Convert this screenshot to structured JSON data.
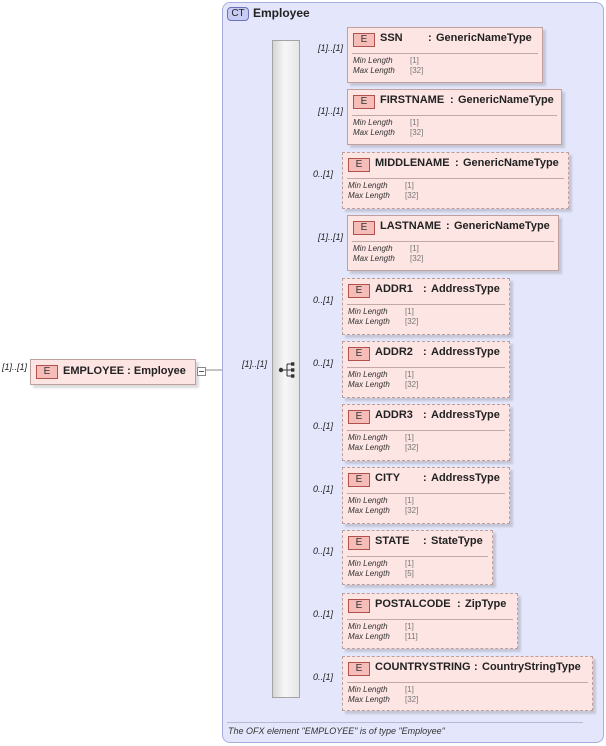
{
  "complex_type": {
    "badge": "CT",
    "name": "Employee",
    "footer": "The OFX element \"EMPLOYEE\" is of type \"Employee\""
  },
  "root": {
    "badge": "E",
    "cardinality": "[1]..[1]",
    "label": "EMPLOYEE : Employee",
    "sequence_cardinality": "[1]..[1]"
  },
  "facet_labels": {
    "min": "Min Length",
    "max": "Max Length"
  },
  "elements": [
    {
      "name": "SSN",
      "type": "GenericNameType",
      "cardinality": "[1]..[1]",
      "min": "[1]",
      "max": "[32]"
    },
    {
      "name": "FIRSTNAME",
      "type": "GenericNameType",
      "cardinality": "[1]..[1]",
      "min": "[1]",
      "max": "[32]"
    },
    {
      "name": "MIDDLENAME",
      "type": "GenericNameType",
      "cardinality": "0..[1]",
      "min": "[1]",
      "max": "[32]"
    },
    {
      "name": "LASTNAME",
      "type": "GenericNameType",
      "cardinality": "[1]..[1]",
      "min": "[1]",
      "max": "[32]"
    },
    {
      "name": "ADDR1",
      "type": "AddressType",
      "cardinality": "0..[1]",
      "min": "[1]",
      "max": "[32]"
    },
    {
      "name": "ADDR2",
      "type": "AddressType",
      "cardinality": "0..[1]",
      "min": "[1]",
      "max": "[32]"
    },
    {
      "name": "ADDR3",
      "type": "AddressType",
      "cardinality": "0..[1]",
      "min": "[1]",
      "max": "[32]"
    },
    {
      "name": "CITY",
      "type": "AddressType",
      "cardinality": "0..[1]",
      "min": "[1]",
      "max": "[32]"
    },
    {
      "name": "STATE",
      "type": "StateType",
      "cardinality": "0..[1]",
      "min": "[1]",
      "max": "[5]"
    },
    {
      "name": "POSTALCODE",
      "type": "ZipType",
      "cardinality": "0..[1]",
      "min": "[1]",
      "max": "[11]"
    },
    {
      "name": "COUNTRYSTRING",
      "type": "CountryStringType",
      "cardinality": "0..[1]",
      "min": "[1]",
      "max": "[32]"
    }
  ]
}
